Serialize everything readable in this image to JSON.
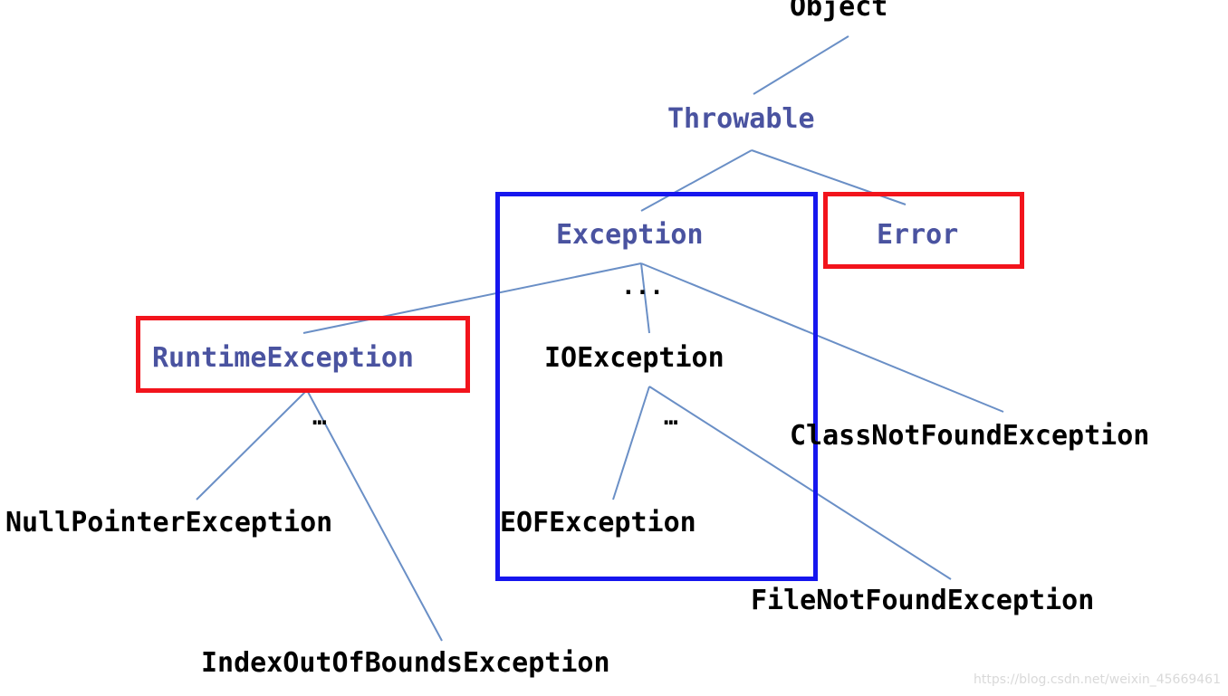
{
  "nodes": {
    "object": "Object",
    "throwable": "Throwable",
    "exception": "Exception",
    "error": "Error",
    "runtime_exception": "RuntimeException",
    "io_exception": "IOException",
    "class_not_found_exception": "ClassNotFoundException",
    "null_pointer_exception": "NullPointerException",
    "index_out_of_bounds_exception": "IndexOutOfBoundsException",
    "eof_exception": "EOFException",
    "file_not_found_exception": "FileNotFoundException"
  },
  "ellipses": {
    "exception_children": "...",
    "runtime_children": "…",
    "io_children": "…"
  },
  "watermark": "https://blog.csdn.net/weixin_45669461",
  "colors": {
    "connector": "#6a8fc6",
    "blue_text": "#4a53a0",
    "black_text": "#000000",
    "red_highlight": "#f2141c",
    "blue_highlight": "#1616ee"
  },
  "highlights": {
    "red": [
      "Error",
      "RuntimeException"
    ],
    "blue_group": [
      "Exception",
      "IOException",
      "EOFException"
    ]
  }
}
